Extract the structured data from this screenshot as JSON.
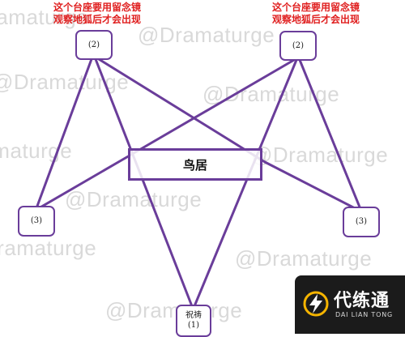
{
  "notes": {
    "left": {
      "line1": "这个台座要用留念镜",
      "line2": "观察地狐后才会出现"
    },
    "right": {
      "line1": "这个台座要用留念镜",
      "line2": "观察地狐后才会出现"
    }
  },
  "nodes": {
    "top_left": {
      "label": "(2)"
    },
    "top_right": {
      "label": "(2)"
    },
    "mid_left": {
      "label": "(3)"
    },
    "mid_right": {
      "label": "(3)"
    },
    "bottom": {
      "line1": "祝祷",
      "line2": "(1)"
    }
  },
  "torii": {
    "label": "鸟居"
  },
  "watermark": {
    "text": "@Dramaturge"
  },
  "logo": {
    "name": "代练通",
    "sub": "DAI LIAN TONG"
  },
  "colors": {
    "line": "#6a3d9a",
    "note": "#e02020",
    "watermark": "#d9d9d9",
    "logo_bg": "#1b1b1b",
    "logo_accent": "#f5b400"
  },
  "icons": {
    "logo_mark": "brand-lightning-icon"
  }
}
